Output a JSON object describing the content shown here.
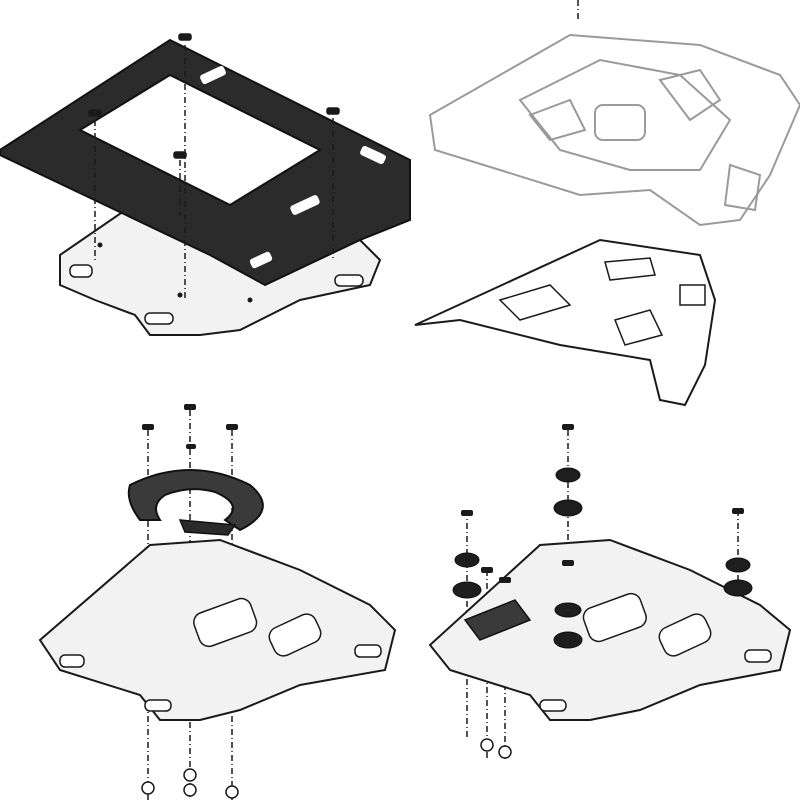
{
  "figure": {
    "panels": [
      {
        "id": "adapter-frame-assembly"
      },
      {
        "id": "top-case-plate"
      },
      {
        "id": "tank-ring-assembly"
      },
      {
        "id": "bracket-assembly"
      }
    ]
  },
  "colors": {
    "background": "#ffffff",
    "frame_fill": "#2b2b2b",
    "plate_fill": "#f2f2f2",
    "line": "#1a1a1a",
    "faded_line": "#9a9a9a",
    "ring_fill": "#3a3a3a",
    "washer_fill": "#1e1e1e"
  }
}
